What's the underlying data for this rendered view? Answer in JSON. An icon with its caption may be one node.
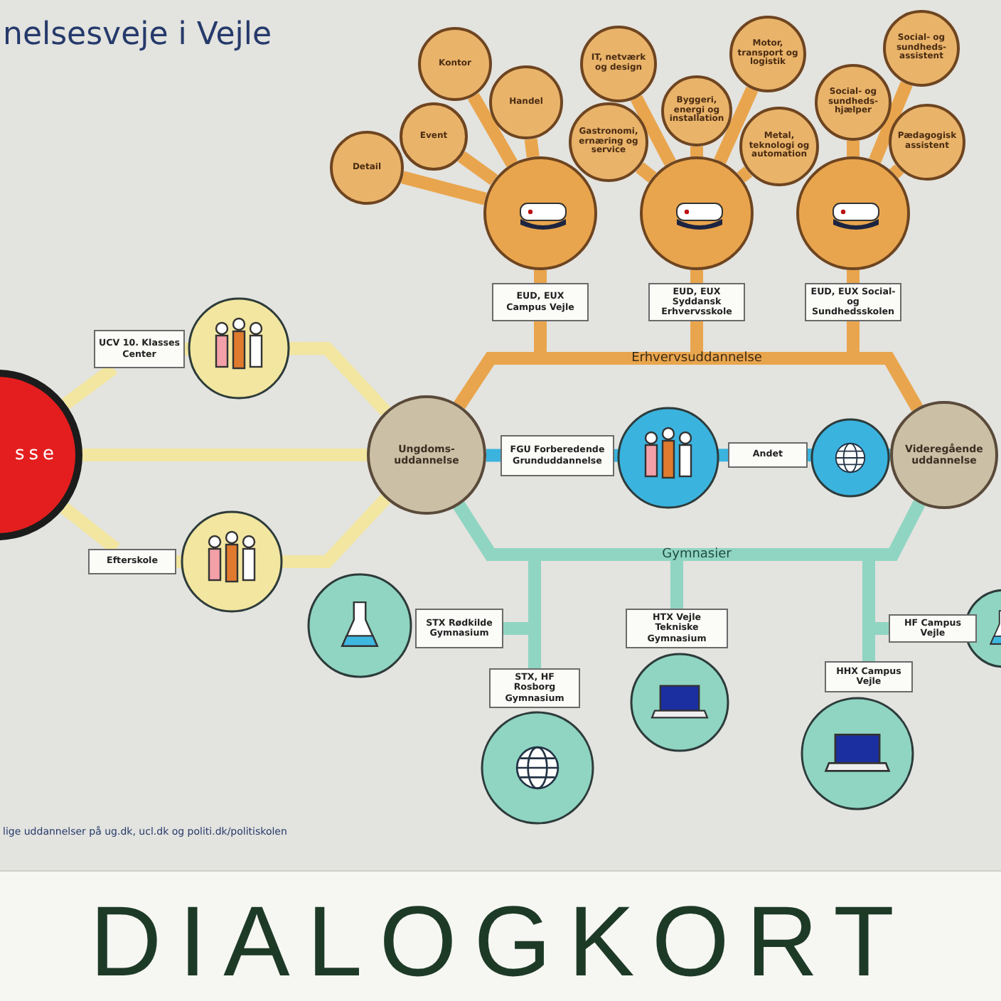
{
  "diagram": {
    "title": "nelsesveje i Vejle",
    "nodes": [
      {
        "text": [
          "sse"
        ]
      },
      {
        "text": [
          "UCV 10. Klasses Center"
        ]
      },
      {
        "text": [
          "Efterskole"
        ]
      },
      {
        "text": [
          "Ungdoms-uddannelse"
        ]
      },
      {
        "text": [
          "FGU Forberedende Grunduddannelse"
        ]
      },
      {
        "text": [
          "Andet"
        ]
      },
      {
        "text": [
          "Videregående uddannelse"
        ]
      },
      {
        "text": [],
        "shape": "circle"
      },
      {
        "text": [
          "EUD, EUX Campus Vejle"
        ]
      },
      {
        "text": [],
        "shape": "circle"
      },
      {
        "text": [
          "EUD, EUX Syddansk Erhvervsskole"
        ]
      },
      {
        "text": [],
        "shape": "circle"
      },
      {
        "text": [
          "EUD, EUX Social- og Sundhedsskolen"
        ]
      },
      {
        "text": [
          "Detail"
        ]
      },
      {
        "text": [
          "Event"
        ]
      },
      {
        "text": [
          "Kontor"
        ]
      },
      {
        "text": [
          "Handel"
        ]
      },
      {
        "text": [
          "Gastronomi, ernæring og service"
        ]
      },
      {
        "text": [
          "IT, netværk og design"
        ]
      },
      {
        "text": [
          "Byggeri, energi og installation"
        ]
      },
      {
        "text": [
          "Motor, transport og logistik"
        ]
      },
      {
        "text": [
          "Metal, teknologi og automation"
        ]
      },
      {
        "text": [
          "Social- og sundheds-hjælper"
        ]
      },
      {
        "text": [
          "Social- og sundheds-assistent"
        ]
      },
      {
        "text": [
          "Pædagogisk assistent"
        ]
      },
      {
        "text": [
          "STX Rødkilde Gymnasium"
        ]
      },
      {
        "text": [
          "STX, HF Rosborg Gymnasium"
        ]
      },
      {
        "text": [
          "HTX Vejle Tekniske Gymnasium"
        ]
      },
      {
        "text": [
          "HHX Campus Vejle"
        ]
      },
      {
        "text": [
          "HF Campus Vejle"
        ]
      }
    ],
    "edges": [
      {
        "from": 0,
        "to": 3,
        "arrow": "none",
        "color": "#f2e6a0"
      },
      {
        "from": 0,
        "to": 1,
        "arrow": "none",
        "color": "#f2e6a0"
      },
      {
        "from": 1,
        "to": 3,
        "arrow": "none",
        "color": "#f2e6a0"
      },
      {
        "from": 0,
        "to": 2,
        "arrow": "none",
        "color": "#f2e6a0"
      },
      {
        "from": 2,
        "to": 3,
        "arrow": "none",
        "color": "#f2e6a0"
      },
      {
        "from": 3,
        "to": 4,
        "arrow": "none",
        "color": "#3bb3df"
      },
      {
        "from": 4,
        "to": 5,
        "arrow": "none",
        "color": "#3bb3df"
      },
      {
        "from": 5,
        "to": 6,
        "arrow": "none",
        "color": "#3bb3df"
      },
      {
        "from": 3,
        "to": 8,
        "arrow": "none"
      },
      {
        "from": 3,
        "to": 10,
        "arrow": "none"
      },
      {
        "from": 3,
        "to": 12,
        "arrow": "none"
      },
      {
        "from": 3,
        "to": 6,
        "arrow": "none",
        "label": "Erhvervsuddannelse"
      },
      {
        "from": 7,
        "to": 8,
        "arrow": "none"
      },
      {
        "from": 9,
        "to": 10,
        "arrow": "none"
      },
      {
        "from": 11,
        "to": 12,
        "arrow": "none"
      },
      {
        "from": 7,
        "to": 13,
        "arrow": "none"
      },
      {
        "from": 7,
        "to": 14,
        "arrow": "none"
      },
      {
        "from": 7,
        "to": 15,
        "arrow": "none"
      },
      {
        "from": 7,
        "to": 16,
        "arrow": "none"
      },
      {
        "from": 9,
        "to": 17,
        "arrow": "none"
      },
      {
        "from": 9,
        "to": 18,
        "arrow": "none"
      },
      {
        "from": 9,
        "to": 19,
        "arrow": "none"
      },
      {
        "from": 9,
        "to": 20,
        "arrow": "none"
      },
      {
        "from": 9,
        "to": 21,
        "arrow": "none"
      },
      {
        "from": 11,
        "to": 22,
        "arrow": "none"
      },
      {
        "from": 11,
        "to": 23,
        "arrow": "none"
      },
      {
        "from": 11,
        "to": 24,
        "arrow": "none"
      },
      {
        "from": 3,
        "to": 25,
        "arrow": "none",
        "color": "#8fd5c2"
      },
      {
        "from": 3,
        "to": 26,
        "arrow": "none",
        "color": "#8fd5c2"
      },
      {
        "from": 3,
        "to": 27,
        "arrow": "none",
        "color": "#8fd5c2"
      },
      {
        "from": 3,
        "to": 28,
        "arrow": "none",
        "color": "#8fd5c2"
      },
      {
        "from": 3,
        "to": 29,
        "arrow": "none",
        "color": "#8fd5c2"
      },
      {
        "from": 3,
        "to": 6,
        "arrow": "none",
        "color": "#8fd5c2",
        "label": "Gymnasier"
      }
    ],
    "labels": [
      "lige uddannelser på ug.dk, ucl.dk og politi.dk/politiskolen",
      "DIALOGKORT"
    ]
  }
}
